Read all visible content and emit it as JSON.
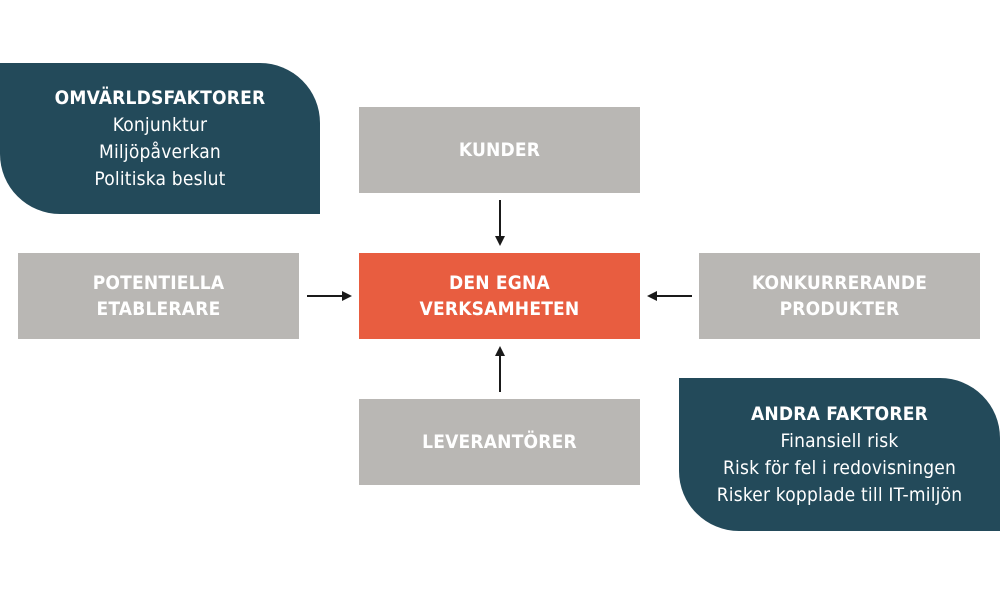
{
  "omvarldsfaktorer": {
    "title": "OMVÄRLDSFAKTORER",
    "items": [
      "Konjunktur",
      "Miljöpåverkan",
      "Politiska beslut"
    ]
  },
  "andra_faktorer": {
    "title": "ANDRA FAKTORER",
    "items": [
      "Finansiell risk",
      "Risk för fel i redovisningen",
      "Risker kopplade till IT-miljön"
    ]
  },
  "boxes": {
    "kunder": [
      "KUNDER"
    ],
    "center": [
      "DEN EGNA",
      "VERKSAMHETEN"
    ],
    "leverantorer": [
      "LEVERANTÖRER"
    ],
    "potentiella": [
      "POTENTIELLA",
      "ETABLERARE"
    ],
    "konkurrerande": [
      "KONKURRERANDE",
      "PRODUKTER"
    ]
  },
  "colors": {
    "grey_box": "#b9b7b4",
    "center_box": "#e85d40",
    "teal_box": "#234a5a",
    "arrow": "#1a1a1a"
  }
}
